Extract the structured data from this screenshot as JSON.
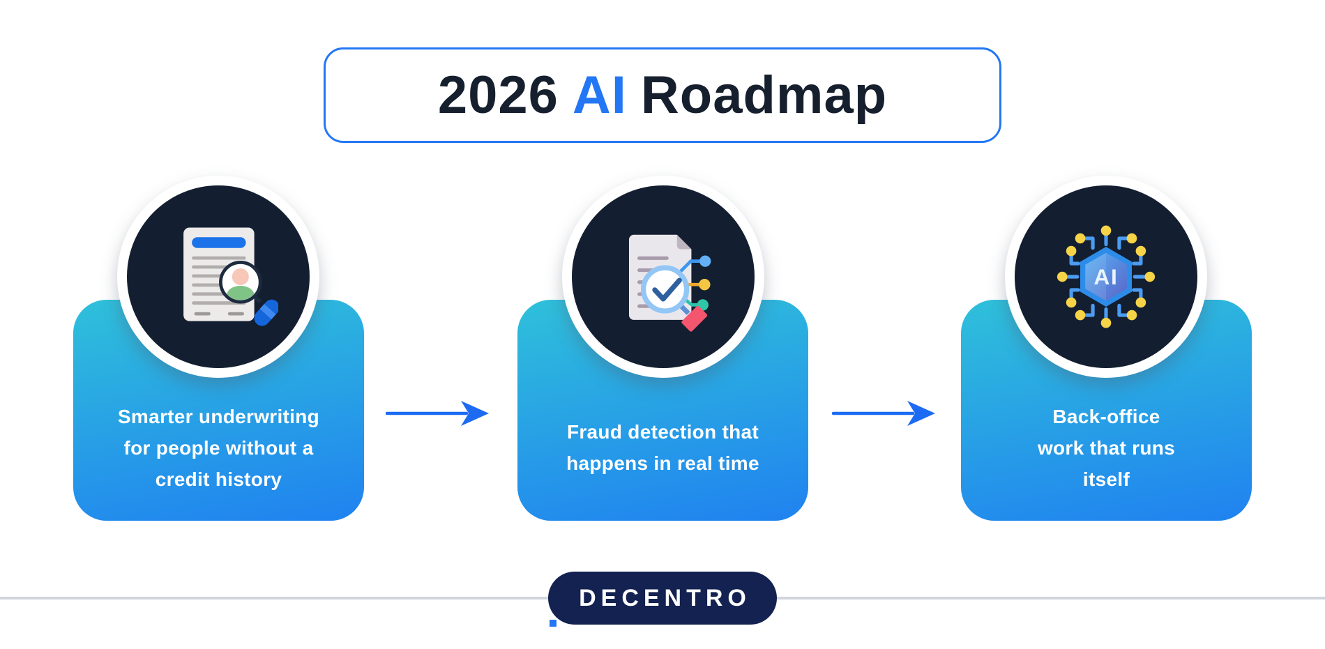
{
  "title": {
    "prefix": "2026",
    "highlight": "AI",
    "suffix": "Roadmap"
  },
  "cards": [
    {
      "icon": "document-person-magnifier-icon",
      "text": "Smarter underwriting\nfor people without a\ncredit history"
    },
    {
      "icon": "document-check-network-icon",
      "text": "Fraud detection that\nhappens in real time"
    },
    {
      "icon": "ai-chip-circuit-icon",
      "text": "Back-office\nwork that runs\nitself"
    }
  ],
  "footer": {
    "brand": "DECENTRO"
  },
  "colors": {
    "accent_blue": "#2377F5",
    "title_text": "#161F2D",
    "card_gradient_top": "#2FC0DA",
    "card_gradient_bottom": "#2082F0",
    "icon_circle_navy": "#131F30",
    "arrow_blue": "#1D6BF3",
    "card_text": "#FFFFFF",
    "divider_gray": "#D3D5DD",
    "brand_pill_navy": "#132250",
    "brand_dot_blue": "#2377F5"
  }
}
